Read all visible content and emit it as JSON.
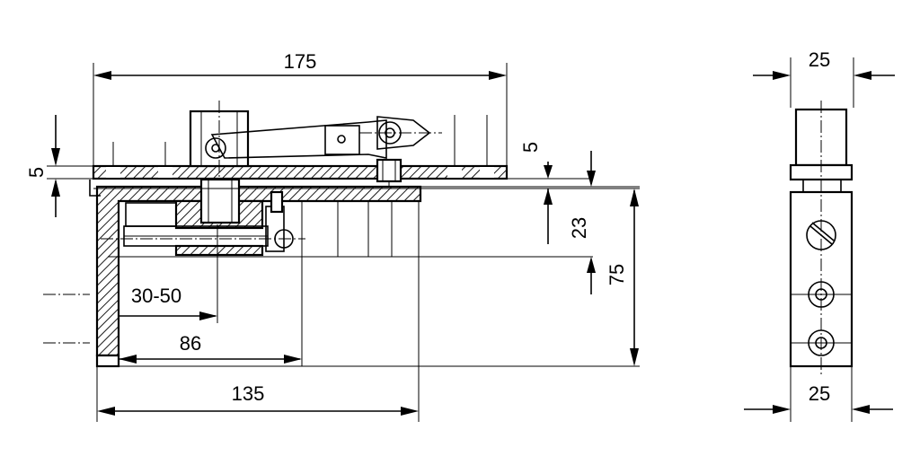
{
  "drawing": {
    "dimensions": {
      "top_length": "175",
      "plate_thickness": "5",
      "right_gap": "5",
      "right_height_small": "23",
      "right_height_total": "75",
      "adjust_range": "30-50",
      "pivot_offset": "86",
      "bottom_length": "135",
      "side_width_top": "25",
      "side_width_bottom": "25"
    }
  }
}
